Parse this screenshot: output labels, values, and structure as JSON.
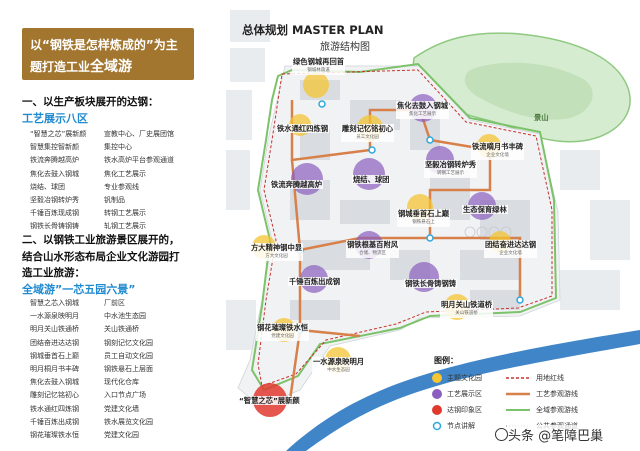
{
  "left_panel": {
    "banner_line1": "以“钢铁是怎样炼成的”为主",
    "banner_line2_prefix": "题打造工业",
    "banner_line2_highlight": "全域游",
    "section1_heading": "一、以生产板块展开的达钢：",
    "section1_sub": "工艺展示八区",
    "section1_col1": [
      "“智慧之芯”展新颜",
      "智慧集控智新颜",
      "铁流奔腾越高炉",
      "焦化去鼓入钢城",
      "烧结、球团",
      "坚毅冶钢转炉秀",
      "千锤百炼现成钢",
      "钢铁长骨铸钢铸"
    ],
    "section1_col2": [
      "宣教中心、厂史展团馆",
      "集控中心",
      "铁水高炉平台参观通道",
      "焦化工艺展示",
      "专业参观线",
      "钒制品",
      "转钢工艺展示",
      "轧钢工艺展示"
    ],
    "section2_heading_line1": "二、以钢铁工业旅游景区展开的，",
    "section2_heading_line2": "结合山水形态布局企业文化游园打",
    "section2_heading_line3": "造工业旅游：",
    "section2_sub_prefix": "全域游”",
    "section2_sub_highlight": "一芯五园六景”",
    "section2_col1": [
      "智慧之芯入钢城",
      "一水源泉映明月",
      "明月关山铁通桥",
      "团结奋进达达钢",
      "钢城垂首石上巅",
      "明月桐月书丰碑",
      "焦化去鼓入钢城",
      "雕刻记忆铭初心",
      "铁水通红四炼钢",
      "千锤百炼出成钢",
      "钢花璀璨铁水恒"
    ],
    "section2_col2": [
      "厂前区",
      "中水池生态园",
      "关山铁通桥",
      "钢刻记忆文化园",
      "员工自动文化园",
      "钢铁悬石上层面",
      "现代化仓库",
      "入口节点广场",
      "党建文化墙",
      "铁水展览文化园",
      "党建文化园"
    ]
  },
  "map": {
    "title": "总体规划  MASTER PLAN",
    "subtitle": "旅游结构图",
    "labels": [
      {
        "text": "绿色钢城再回首",
        "sub": "钢城林荫道"
      },
      {
        "text": "焦化去鼓入钢城",
        "sub": "焦化工艺展示"
      },
      {
        "text": "铁水通红四炼钢",
        "sub": ""
      },
      {
        "text": "雕刻记忆铭初心",
        "sub": "员工文化园"
      },
      {
        "text": "铁流嘀月书丰碑",
        "sub": "企业文化墙"
      },
      {
        "text": "坚毅冶钢转炉秀",
        "sub": "转钢工艺展示"
      },
      {
        "text": "铁流奔腾越高炉",
        "sub": ""
      },
      {
        "text": "烧结、球团",
        "sub": ""
      },
      {
        "text": "生态保育绿林",
        "sub": ""
      },
      {
        "text": "钢城垂首石上巅",
        "sub": "钢铁悬石上"
      },
      {
        "text": "团结奋进达达钢",
        "sub": "企业文化墙"
      },
      {
        "text": "钢铁根基百附风",
        "sub": "仓储、物流区"
      },
      {
        "text": "方大精神钢中显",
        "sub": "方大文化园"
      },
      {
        "text": "千锤百炼出成钢",
        "sub": ""
      },
      {
        "text": "钢铁长骨铸钢铸",
        "sub": ""
      },
      {
        "text": "明月关山铁道桥",
        "sub": "关山铁道桥"
      },
      {
        "text": "钢花璀璨铁水恒",
        "sub": "党建文化园"
      },
      {
        "text": "一水源泉映明月",
        "sub": "中水生态园"
      },
      {
        "text": "“智慧之芯”展新颜",
        "sub": ""
      },
      {
        "text": "景山",
        "sub": ""
      }
    ]
  },
  "legend": {
    "title": "图例：",
    "items": [
      "主题文化园",
      "工艺展示区",
      "达钢印象区",
      "节点讲解",
      "用地红线",
      "工艺参观游线",
      "全域参观游线",
      "公共参观通道"
    ]
  },
  "watermark": "头条 @笔障巴巢",
  "colors": {
    "banner": "#a2762f",
    "accent_blue": "#1f8ad0",
    "culture_yellow": "#f5c534",
    "process_purple": "#8b5fbf",
    "impression_red": "#e03a2f",
    "node_blue": "#2fa8dc",
    "site_red_dash": "#c8322d",
    "process_route": "#d8804a",
    "global_route": "#7cc26a",
    "river": "#3f85c8",
    "green_zone": "#cfe8c6"
  }
}
